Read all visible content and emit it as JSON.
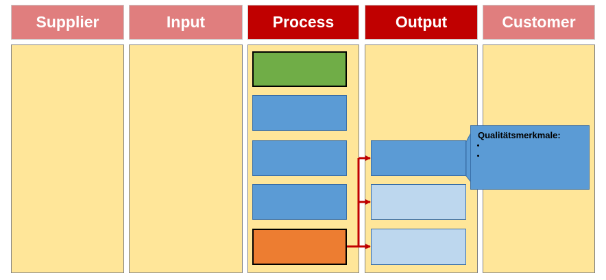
{
  "headers": [
    {
      "label": "Supplier",
      "color": "#e07e7e"
    },
    {
      "label": "Input",
      "color": "#e07e7e"
    },
    {
      "label": "Process",
      "color": "#c00000"
    },
    {
      "label": "Output",
      "color": "#c00000"
    },
    {
      "label": "Customer",
      "color": "#e07e7e"
    }
  ],
  "colors": {
    "column_fill": "#ffe699",
    "process_green": "#70ad47",
    "process_blue": "#5b9bd5",
    "process_orange": "#ed7d31",
    "output_light": "#bdd7ee",
    "arrow": "#c00000"
  },
  "note": {
    "title": "Qualitätsmerkmale:",
    "bullets": [
      "",
      ""
    ]
  }
}
